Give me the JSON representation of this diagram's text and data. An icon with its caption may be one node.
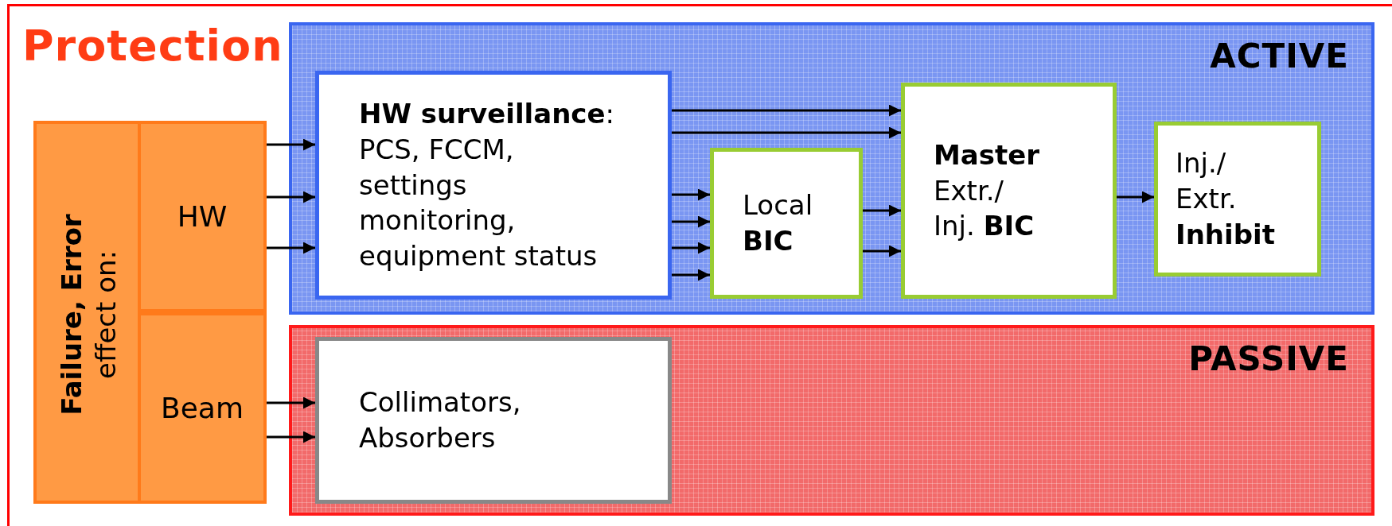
{
  "diagram": {
    "title": "Protection",
    "nodes": [
      {
        "text": [
          "ACTIVE"
        ]
      },
      {
        "text": [
          "PASSIVE"
        ]
      },
      {
        "text": [
          "**Failure, Error** effect on:"
        ]
      },
      {
        "text": [
          "HW"
        ],
        "in": 2
      },
      {
        "text": [
          "Beam"
        ],
        "in": 2
      },
      {
        "text": [
          "**HW surveillance**: PCS, FCCM, settings monitoring, equipment status"
        ],
        "in": 0
      },
      {
        "text": [
          "Local **BIC**"
        ],
        "in": 0
      },
      {
        "text": [
          "**Master** Extr./ Inj. **BIC**"
        ],
        "in": 0
      },
      {
        "text": [
          "Inj./ Extr. **Inhibit**"
        ],
        "in": 0
      },
      {
        "text": [
          "Collimators, Absorbers"
        ],
        "in": 1
      }
    ],
    "edges": [
      {
        "from": 3,
        "to": 5,
        "arrow": "to"
      },
      {
        "from": 3,
        "to": 5,
        "arrow": "to"
      },
      {
        "from": 3,
        "to": 5,
        "arrow": "to"
      },
      {
        "from": 4,
        "to": 9,
        "arrow": "to"
      },
      {
        "from": 4,
        "to": 9,
        "arrow": "to"
      },
      {
        "from": 5,
        "to": 7,
        "arrow": "to"
      },
      {
        "from": 5,
        "to": 7,
        "arrow": "to"
      },
      {
        "from": 5,
        "to": 6,
        "arrow": "to"
      },
      {
        "from": 5,
        "to": 6,
        "arrow": "to"
      },
      {
        "from": 5,
        "to": 6,
        "arrow": "to"
      },
      {
        "from": 5,
        "to": 6,
        "arrow": "to"
      },
      {
        "from": 6,
        "to": 7,
        "arrow": "to"
      },
      {
        "from": 6,
        "to": 7,
        "arrow": "to"
      },
      {
        "from": 7,
        "to": 8,
        "arrow": "to"
      }
    ]
  }
}
